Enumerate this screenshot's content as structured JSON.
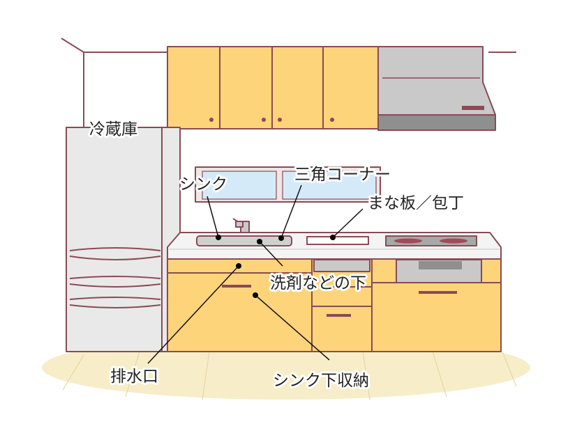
{
  "labels": {
    "fridge": "冷蔵庫",
    "sink": "シンク",
    "triangle_corner": "三角コーナー",
    "cutting_board_knife": "まな板／包丁",
    "under_detergent": "洗剤などの下",
    "drain": "排水口",
    "under_sink_storage": "シンク下収納"
  },
  "colors": {
    "cabinet": "#fdd47a",
    "outline": "#8a4a55",
    "appliance_grey": "#c9c9c9",
    "fridge": "#e9e9e9",
    "window": "#d5eaf8",
    "floor": "#f7edc8"
  }
}
